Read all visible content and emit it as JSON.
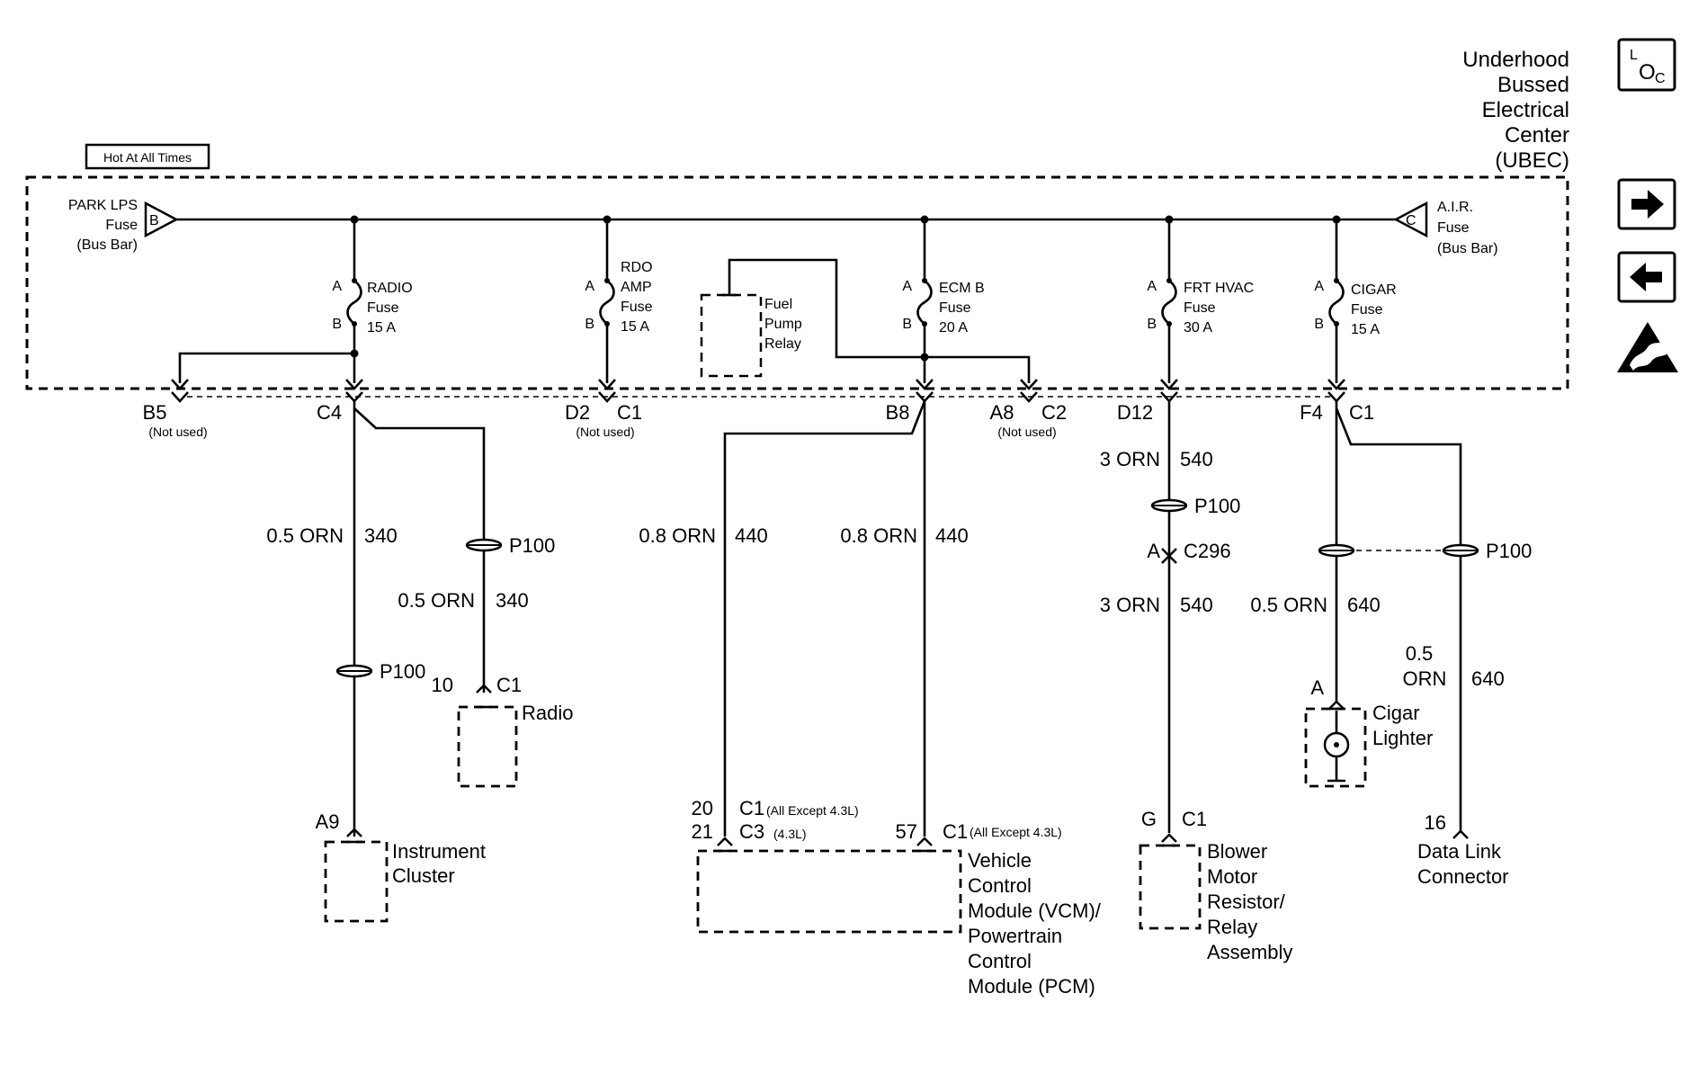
{
  "title": {
    "line1": "Underhood",
    "line2": "Bussed",
    "line3": "Electrical",
    "line4": "Center",
    "line5": "(UBEC)"
  },
  "hot_label": "Hot At All Times",
  "icons": {
    "location": {
      "name": "location-icon",
      "glyph_l": "L",
      "glyph_o": "O",
      "glyph_c": "C"
    },
    "next": {
      "name": "arrow-right-icon",
      "glyph": "➡"
    },
    "prev": {
      "name": "arrow-left-icon",
      "glyph": "⬅"
    },
    "esd": {
      "name": "esd-warning-icon"
    }
  },
  "bus": {
    "left": {
      "letter": "B",
      "l1": "PARK LPS",
      "l2": "Fuse",
      "l3": "(Bus Bar)"
    },
    "right": {
      "letter": "C",
      "l1": "A.I.R.",
      "l2": "Fuse",
      "l3": "(Bus Bar)"
    }
  },
  "fuses": [
    {
      "a": "A",
      "b": "B",
      "l1": "RADIO",
      "l2": "Fuse",
      "l3": "15 A"
    },
    {
      "a": "A",
      "b": "B",
      "l1": "RDO",
      "l2": "AMP",
      "l3": "Fuse",
      "l4": "15 A"
    },
    {
      "a": "A",
      "b": "B",
      "l1": "ECM B",
      "l2": "Fuse",
      "l3": "20 A"
    },
    {
      "a": "A",
      "b": "B",
      "l1": "FRT HVAC",
      "l2": "Fuse",
      "l3": "30 A"
    },
    {
      "a": "A",
      "b": "B",
      "l1": "CIGAR",
      "l2": "Fuse",
      "l3": "15 A"
    }
  ],
  "relay": {
    "l1": "Fuel",
    "l2": "Pump",
    "l3": "Relay"
  },
  "connectors": {
    "b5": "B5",
    "b5_note": "(Not used)",
    "c4": "C4",
    "d2": "D2",
    "d2_c": "C1",
    "d2_note": "(Not used)",
    "b8": "B8",
    "a8": "A8",
    "a8_c": "C2",
    "a8_note": "(Not used)",
    "d12": "D12",
    "f4": "F4",
    "f4_c": "C1"
  },
  "wires": {
    "w1": {
      "size": "0.5 ORN",
      "circuit": "340"
    },
    "w2": {
      "size": "0.5 ORN",
      "circuit": "340"
    },
    "w3": {
      "size": "0.8 ORN",
      "circuit": "440"
    },
    "w4": {
      "size": "0.8 ORN",
      "circuit": "440"
    },
    "w5": {
      "size": "3 ORN",
      "circuit": "540"
    },
    "w6": {
      "size": "3 ORN",
      "circuit": "540"
    },
    "w7": {
      "size": "0.5 ORN",
      "circuit": "640"
    },
    "w8": {
      "size1": "0.5",
      "size2": "ORN",
      "circuit": "640"
    }
  },
  "splices": {
    "p1": "P100",
    "p2": "P100",
    "p3": "P100",
    "p4": "P100",
    "p5": "P100",
    "c296_pin": "A",
    "c296": "C296"
  },
  "components": {
    "radio": {
      "pin": "10",
      "conn": "C1",
      "name": "Radio"
    },
    "cluster": {
      "pin": "A9",
      "l1": "Instrument",
      "l2": "Cluster"
    },
    "vcm": {
      "pin1": "20",
      "pin1_conn": "C1",
      "pin1_note": "(All Except 4.3L)",
      "pin2": "21",
      "pin2_conn": "C3",
      "pin2_note": "(4.3L)",
      "pin3": "57",
      "pin3_conn": "C1",
      "pin3_note": "(All Except 4.3L)",
      "l1": "Vehicle",
      "l2": "Control",
      "l3": "Module (VCM)/",
      "l4": "Powertrain",
      "l5": "Control",
      "l6": "Module (PCM)"
    },
    "blower": {
      "pin": "G",
      "conn": "C1",
      "l1": "Blower",
      "l2": "Motor",
      "l3": "Resistor/",
      "l4": "Relay",
      "l5": "Assembly"
    },
    "cigar": {
      "pin": "A",
      "l1": "Cigar",
      "l2": "Lighter"
    },
    "dlc": {
      "pin": "16",
      "l1": "Data Link",
      "l2": "Connector"
    }
  }
}
